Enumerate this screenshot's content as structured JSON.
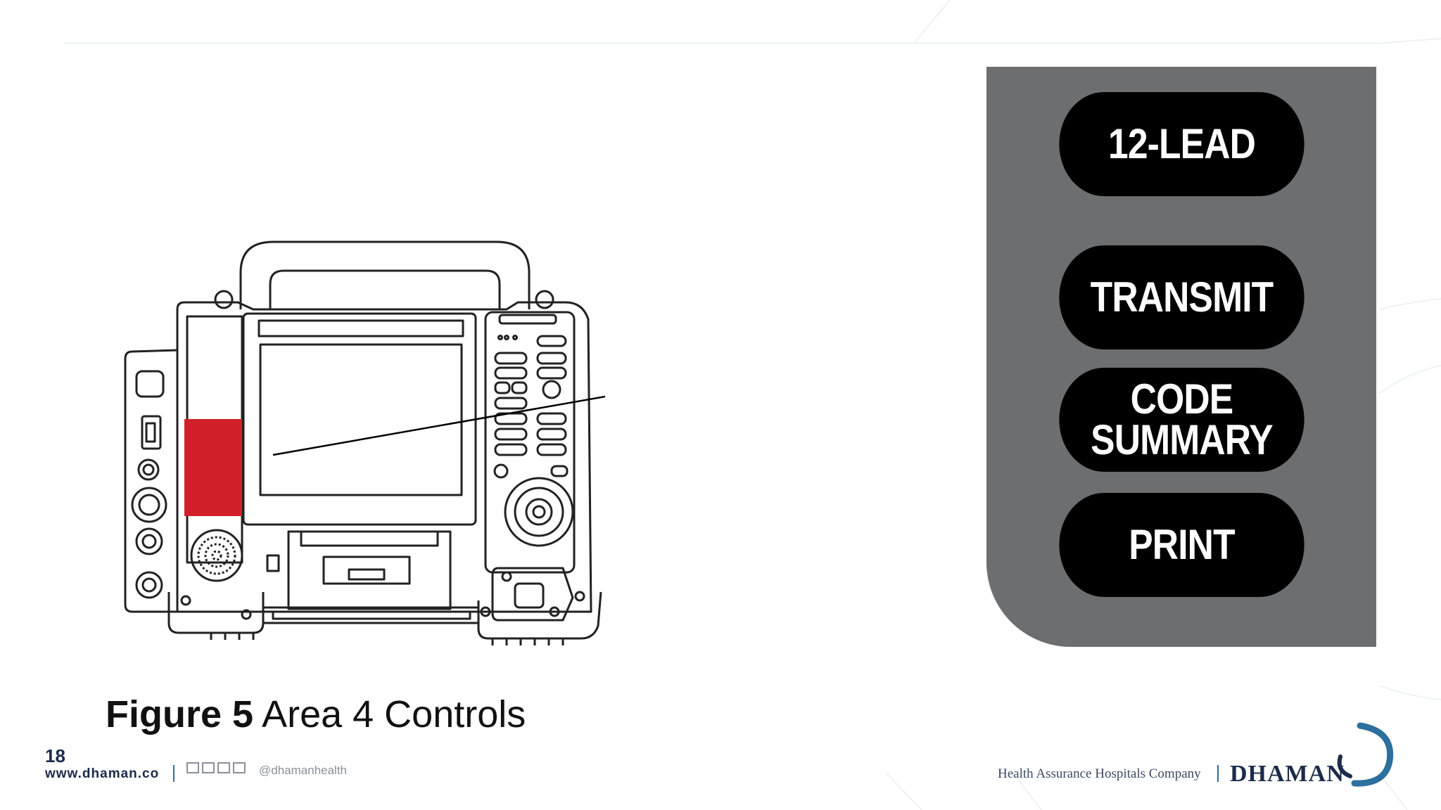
{
  "figure": {
    "label": "Figure 5",
    "title": "Area 4 Controls"
  },
  "controls": [
    {
      "label_lines": [
        "12-LEAD"
      ]
    },
    {
      "label_lines": [
        "TRANSMIT"
      ]
    },
    {
      "label_lines": [
        "CODE",
        "SUMMARY"
      ]
    },
    {
      "label_lines": [
        "PRINT"
      ]
    }
  ],
  "colors": {
    "panel": "#6c6e70",
    "button": "#000000",
    "highlight": "#d1202a",
    "brand": "#1c2b4a",
    "accent": "#2d6f9e"
  },
  "footer": {
    "page_number": "18",
    "website": "www.dhaman.co",
    "social_handle": "@dhamanhealth",
    "company_tagline": "Health Assurance Hospitals Company",
    "brand": "DHAMAN"
  },
  "icons": {
    "social": [
      "facebook-icon",
      "twitter-icon",
      "linkedin-icon",
      "instagram-icon"
    ],
    "logo": "dhaman-logo-icon"
  }
}
